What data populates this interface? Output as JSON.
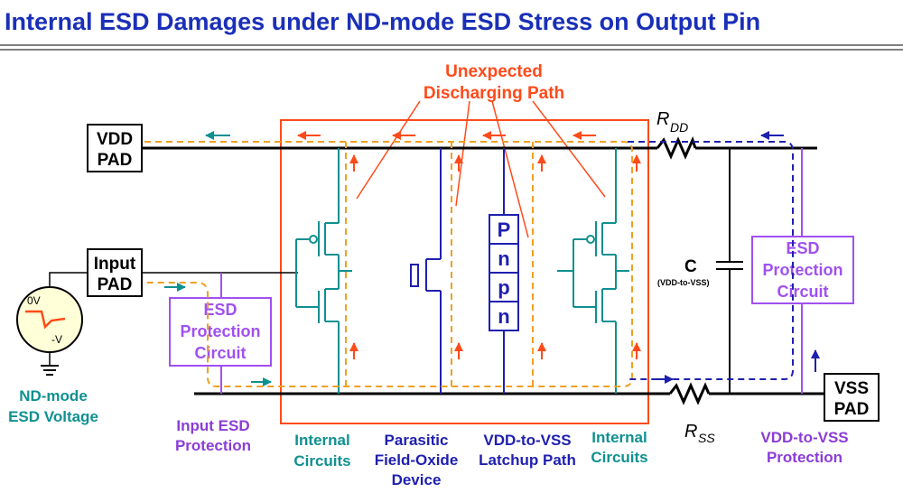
{
  "title": "Internal ESD Damages under ND-mode ESD Stress on Output Pin",
  "unexpected_path": {
    "line1": "Unexpected",
    "line2": "Discharging Path"
  },
  "pads": {
    "vdd": {
      "line1": "VDD",
      "line2": "PAD"
    },
    "input": {
      "line1": "Input",
      "line2": "PAD"
    },
    "vss": {
      "line1": "VSS",
      "line2": "PAD"
    }
  },
  "source": {
    "label_line1": "ND-mode",
    "label_line2": "ESD Voltage",
    "zero_volt": "0V",
    "neg_volt": "-V"
  },
  "input_esd": {
    "box_line1": "ESD",
    "box_line2": "Protection",
    "box_line3": "Circuit",
    "label_line1": "Input ESD",
    "label_line2": "Protection"
  },
  "vdd_vss_esd": {
    "box_line1": "ESD",
    "box_line2": "Protection",
    "box_line3": "Circuit",
    "label_line1": "VDD-to-VSS",
    "label_line2": "Protection"
  },
  "latchup": {
    "letters": [
      "P",
      "n",
      "p",
      "n"
    ],
    "label_line1": "VDD-to-VSS",
    "label_line2": "Latchup Path"
  },
  "labels": {
    "internal_left_1": "Internal",
    "internal_left_2": "Circuits",
    "field_oxide_1": "Parasitic",
    "field_oxide_2": "Field-Oxide",
    "field_oxide_3": "Device",
    "internal_right_1": "Internal",
    "internal_right_2": "Circuits"
  },
  "rdd": {
    "symbol": "R",
    "sub": "DD"
  },
  "rss": {
    "symbol": "R",
    "sub": "SS"
  },
  "capacitor": {
    "symbol": "C",
    "note": "(VDD-to-VSS)"
  },
  "colors": {
    "title": "#1a2fb8",
    "red_path": "#ff4a1a",
    "orange_dash": "#f0a020",
    "teal": "#0f9090",
    "blue": "#1f1fb0",
    "purple": "#a050f0"
  }
}
